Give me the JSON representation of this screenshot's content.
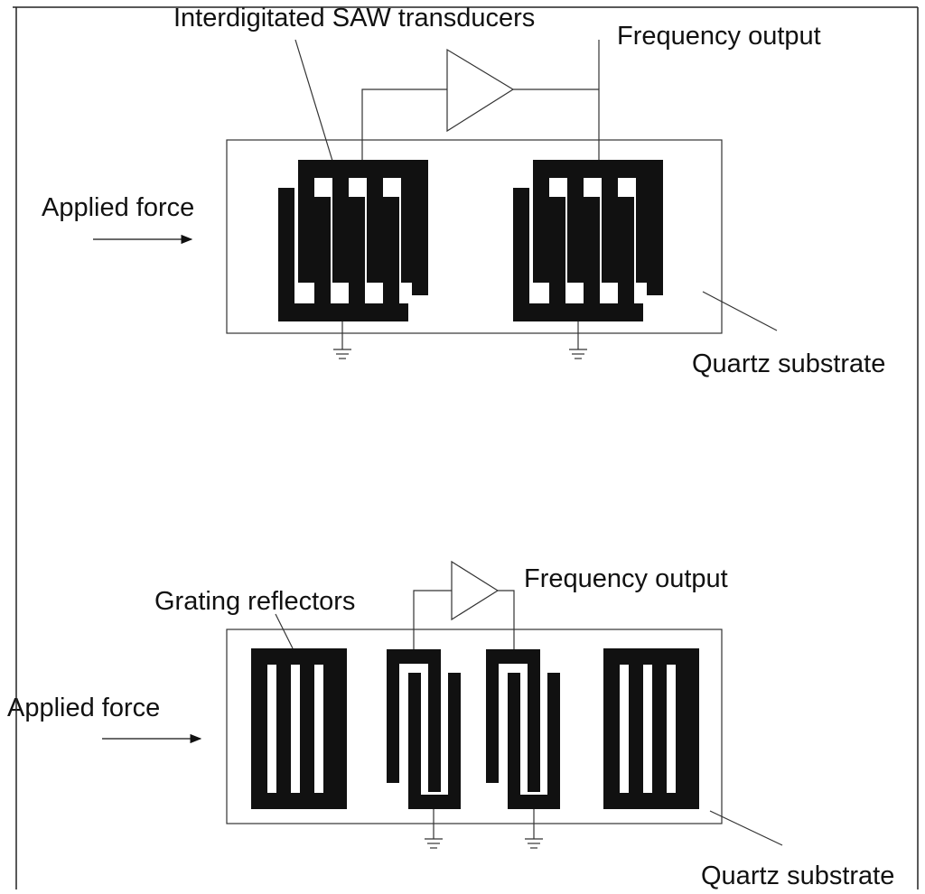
{
  "diagram": {
    "top": {
      "transducers_label": "Interdigitated SAW transducers",
      "frequency_output_label": "Frequency output",
      "applied_force_label": "Applied force",
      "substrate_label": "Quartz substrate"
    },
    "bottom": {
      "reflectors_label": "Grating reflectors",
      "frequency_output_label": "Frequency output",
      "applied_force_label": "Applied force",
      "substrate_label": "Quartz substrate"
    },
    "colors": {
      "ink": "#111111",
      "line": "#333333",
      "background": "#ffffff"
    }
  }
}
